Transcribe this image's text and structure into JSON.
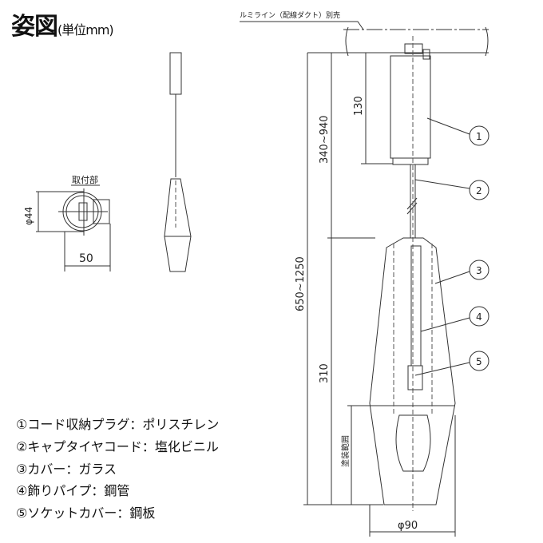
{
  "title": "姿図",
  "unit": "(単位mm)",
  "duct_note": "ルミライン（配線ダクト）別売",
  "mount_label": "取付部",
  "dims": {
    "dia44": "φ44",
    "w50": "50",
    "h130": "130",
    "h340_940": "340~940",
    "h650_1250": "650~1250",
    "h310": "310",
    "paint_range": "塗装範囲",
    "dia90": "φ90"
  },
  "callouts": [
    "1",
    "2",
    "3",
    "4",
    "5"
  ],
  "legend": [
    "①コード収納プラグ：ポリスチレン",
    "②キャプタイヤコード：塩化ビニル",
    "③カバー：ガラス",
    "④飾りパイプ：鋼管",
    "⑤ソケットカバー：鋼板"
  ]
}
